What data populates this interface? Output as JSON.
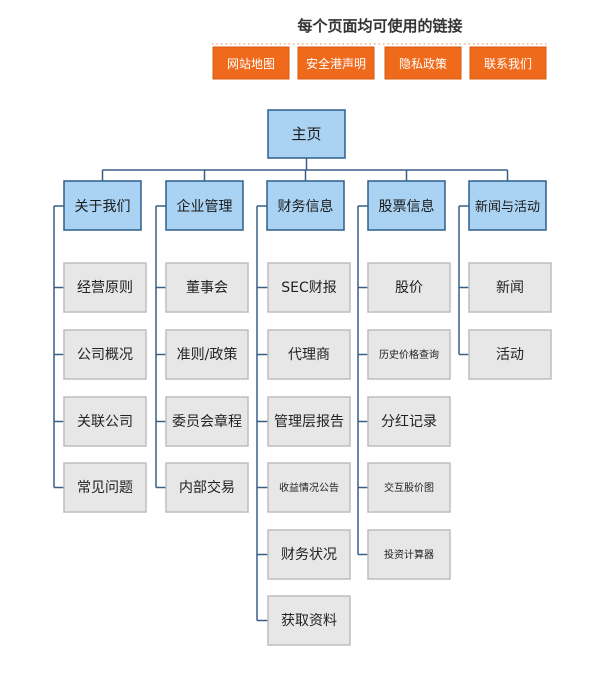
{
  "header": {
    "title": "每个页面均可使用的链接"
  },
  "footer_links": [
    {
      "label": "网站地图"
    },
    {
      "label": "安全港声明"
    },
    {
      "label": "隐私政策"
    },
    {
      "label": "联系我们"
    }
  ],
  "root": {
    "label": "主页"
  },
  "columns": [
    {
      "label": "关于我们",
      "children": [
        "经营原则",
        "公司概况",
        "关联公司",
        "常见问题"
      ]
    },
    {
      "label": "企业管理",
      "children": [
        "董事会",
        "准则/政策",
        "委员会章程",
        "内部交易"
      ]
    },
    {
      "label": "财务信息",
      "children": [
        "SEC财报",
        "代理商",
        "管理层报告",
        "收益情况公告",
        "财务状况",
        "获取资料"
      ]
    },
    {
      "label": "股票信息",
      "children": [
        "股价",
        "历史价格查询",
        "分红记录",
        "交互股价图",
        "投资计算器"
      ]
    },
    {
      "label": "新闻与活动",
      "children": [
        "新闻",
        "活动"
      ]
    }
  ],
  "colors": {
    "footer_button": "#F06A1C",
    "nav_blue": "#A9D2F3",
    "nav_border": "#2F5E8C",
    "page_gray": "#E7E7E7",
    "connector": "#3A5F86"
  }
}
